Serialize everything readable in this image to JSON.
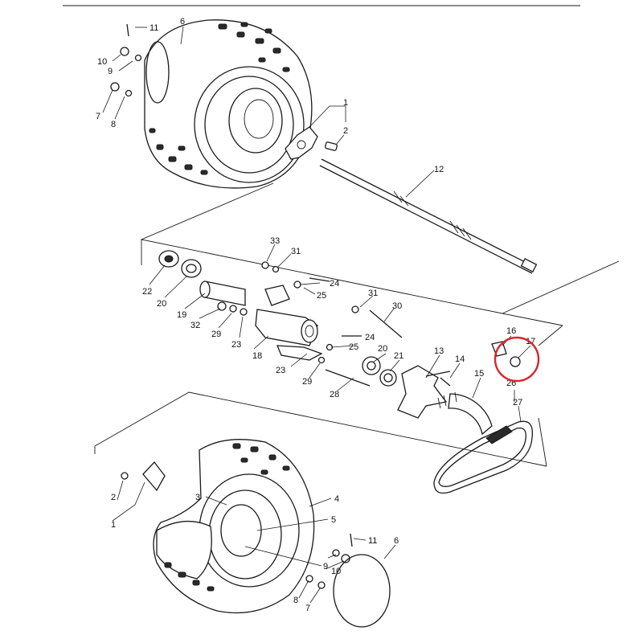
{
  "callouts": [
    {
      "id": "p11a",
      "text": "11"
    },
    {
      "id": "p6a",
      "text": "6"
    },
    {
      "id": "p10a",
      "text": "10"
    },
    {
      "id": "p9a",
      "text": "9"
    },
    {
      "id": "p7a",
      "text": "7"
    },
    {
      "id": "p8a",
      "text": "8"
    },
    {
      "id": "p1a",
      "text": "1"
    },
    {
      "id": "p2a",
      "text": "2"
    },
    {
      "id": "p12",
      "text": "12"
    },
    {
      "id": "p33",
      "text": "33"
    },
    {
      "id": "p31a",
      "text": "31"
    },
    {
      "id": "p24a",
      "text": "24"
    },
    {
      "id": "p25a",
      "text": "25"
    },
    {
      "id": "p31b",
      "text": "31"
    },
    {
      "id": "p30",
      "text": "30"
    },
    {
      "id": "p22",
      "text": "22"
    },
    {
      "id": "p20a",
      "text": "20"
    },
    {
      "id": "p19",
      "text": "19"
    },
    {
      "id": "p32",
      "text": "32"
    },
    {
      "id": "p29a",
      "text": "29"
    },
    {
      "id": "p23a",
      "text": "23"
    },
    {
      "id": "p18",
      "text": "18"
    },
    {
      "id": "p24b",
      "text": "24"
    },
    {
      "id": "p25b",
      "text": "25"
    },
    {
      "id": "p20b",
      "text": "20"
    },
    {
      "id": "p21",
      "text": "21"
    },
    {
      "id": "p13",
      "text": "13"
    },
    {
      "id": "p14",
      "text": "14"
    },
    {
      "id": "p15",
      "text": "15"
    },
    {
      "id": "p16",
      "text": "16"
    },
    {
      "id": "p17",
      "text": "17"
    },
    {
      "id": "p26",
      "text": "26"
    },
    {
      "id": "p27",
      "text": "27"
    },
    {
      "id": "p23b",
      "text": "23"
    },
    {
      "id": "p29b",
      "text": "29"
    },
    {
      "id": "p28",
      "text": "28"
    },
    {
      "id": "p3",
      "text": "3"
    },
    {
      "id": "p4",
      "text": "4"
    },
    {
      "id": "p5",
      "text": "5"
    },
    {
      "id": "p2b",
      "text": "2"
    },
    {
      "id": "p1b",
      "text": "1"
    },
    {
      "id": "p11b",
      "text": "11"
    },
    {
      "id": "p6b",
      "text": "6"
    },
    {
      "id": "p9b",
      "text": "9"
    },
    {
      "id": "p10b",
      "text": "10"
    },
    {
      "id": "p8b",
      "text": "8"
    },
    {
      "id": "p7b",
      "text": "7"
    }
  ],
  "highlight": {
    "target": "17",
    "color": "#d9252b"
  }
}
